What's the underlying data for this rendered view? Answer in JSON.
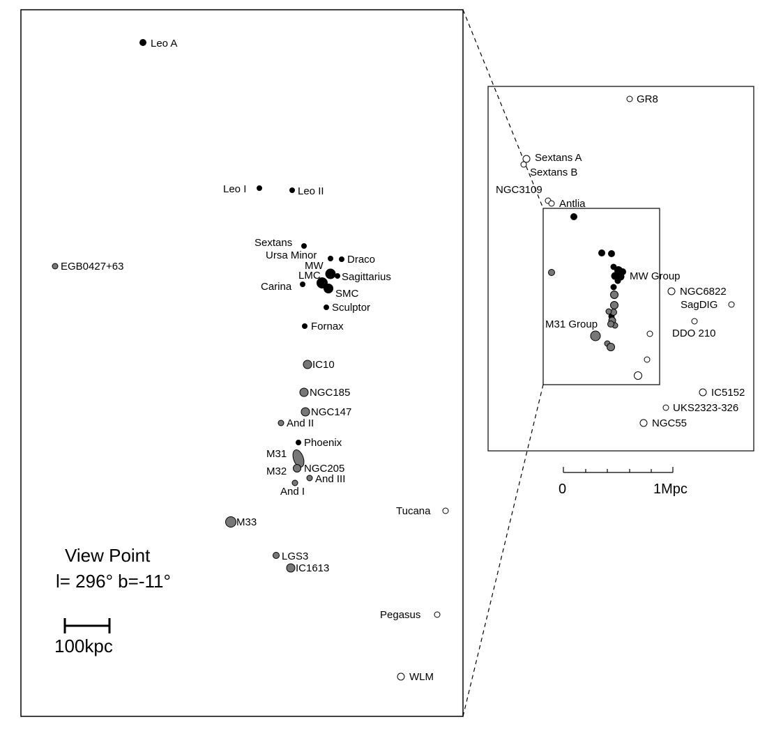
{
  "colors": {
    "mw_group": "#000000",
    "m31_group": "#777777",
    "isolated": "#ffffff",
    "stroke": "#000000"
  },
  "galaxies_main": [
    {
      "name": "Leo A",
      "group": "mw"
    },
    {
      "name": "Leo I",
      "group": "mw"
    },
    {
      "name": "Leo II",
      "group": "mw"
    },
    {
      "name": "EGB0427+63",
      "group": "m31"
    },
    {
      "name": "Sextans",
      "group": "mw"
    },
    {
      "name": "Ursa Minor",
      "group": "mw"
    },
    {
      "name": "Draco",
      "group": "mw"
    },
    {
      "name": "MW",
      "group": "mw"
    },
    {
      "name": "Sagittarius",
      "group": "mw"
    },
    {
      "name": "LMC",
      "group": "mw"
    },
    {
      "name": "Carina",
      "group": "mw"
    },
    {
      "name": "SMC",
      "group": "mw"
    },
    {
      "name": "Sculptor",
      "group": "mw"
    },
    {
      "name": "Fornax",
      "group": "mw"
    },
    {
      "name": "IC10",
      "group": "m31"
    },
    {
      "name": "NGC185",
      "group": "m31"
    },
    {
      "name": "NGC147",
      "group": "m31"
    },
    {
      "name": "And II",
      "group": "m31"
    },
    {
      "name": "Phoenix",
      "group": "mw"
    },
    {
      "name": "M31",
      "group": "m31"
    },
    {
      "name": "M32",
      "group": "m31"
    },
    {
      "name": "NGC205",
      "group": "m31"
    },
    {
      "name": "And III",
      "group": "m31"
    },
    {
      "name": "And I",
      "group": "m31"
    },
    {
      "name": "Tucana",
      "group": "isolated"
    },
    {
      "name": "M33",
      "group": "m31"
    },
    {
      "name": "LGS3",
      "group": "m31"
    },
    {
      "name": "IC1613",
      "group": "m31"
    },
    {
      "name": "Pegasus",
      "group": "isolated"
    },
    {
      "name": "WLM",
      "group": "isolated"
    }
  ],
  "galaxies_inset": [
    {
      "name": "GR8"
    },
    {
      "name": "Sextans A"
    },
    {
      "name": "Sextans B"
    },
    {
      "name": "NGC3109"
    },
    {
      "name": "Antlia"
    },
    {
      "name": "NGC6822"
    },
    {
      "name": "SagDIG"
    },
    {
      "name": "DDO 210"
    },
    {
      "name": "IC5152"
    },
    {
      "name": "UKS2323-326"
    },
    {
      "name": "NGC55"
    }
  ],
  "group_labels": {
    "mw": "MW Group",
    "m31": "M31 Group"
  },
  "viewpoint": {
    "title": "View Point",
    "coords": "l= 296°  b=-11°"
  },
  "scale_main": {
    "label": "100kpc"
  },
  "scale_inset": {
    "zero": "0",
    "end": "1Mpc"
  }
}
